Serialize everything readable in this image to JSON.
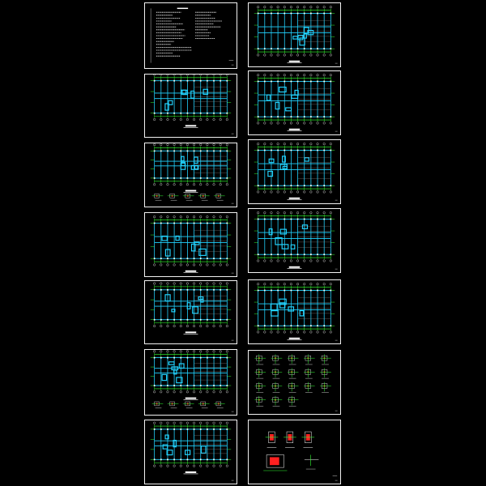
{
  "canvas": {
    "background": "#000000"
  },
  "colors": {
    "frame": "#f2f2f2",
    "grid": "#22d3ff",
    "dims": "#33ff33",
    "text": "#ffffff",
    "accent_red": "#ff2020",
    "accent_yellow": "#ffff33"
  },
  "layout": {
    "columns": 2,
    "rows": 7
  },
  "sheets": [
    {
      "kind": "notes"
    },
    {
      "kind": "plan"
    },
    {
      "kind": "plan"
    },
    {
      "kind": "plan"
    },
    {
      "kind": "plan-details"
    },
    {
      "kind": "plan"
    },
    {
      "kind": "plan"
    },
    {
      "kind": "plan"
    },
    {
      "kind": "plan"
    },
    {
      "kind": "plan"
    },
    {
      "kind": "plan-details"
    },
    {
      "kind": "details"
    },
    {
      "kind": "plan"
    },
    {
      "kind": "details-red"
    }
  ]
}
